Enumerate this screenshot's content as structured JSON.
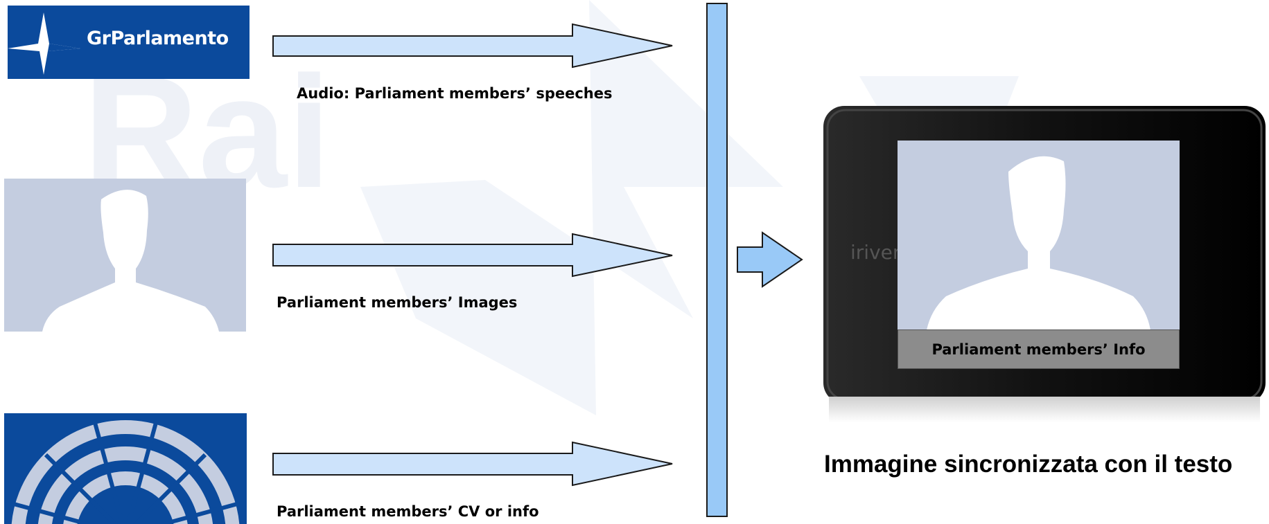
{
  "sources": {
    "grparlamento_logo_text": "GrParlamento",
    "audio_caption": "Audio: Parliament members’ speeches",
    "images_caption": "Parliament members’ Images",
    "cv_caption": "Parliament members’ CV or info"
  },
  "device": {
    "brand": "iriver",
    "info_bar_label": "Parliament members’ Info"
  },
  "output_caption": "Immagine sincronizzata con il testo",
  "colors": {
    "logo_blue": "#0b4a9c",
    "silhouette_bg": "#c4cde0",
    "arrow_fill": "#cde3fb",
    "bar_fill": "#99c9f7",
    "watermark": "#eef1f7"
  }
}
